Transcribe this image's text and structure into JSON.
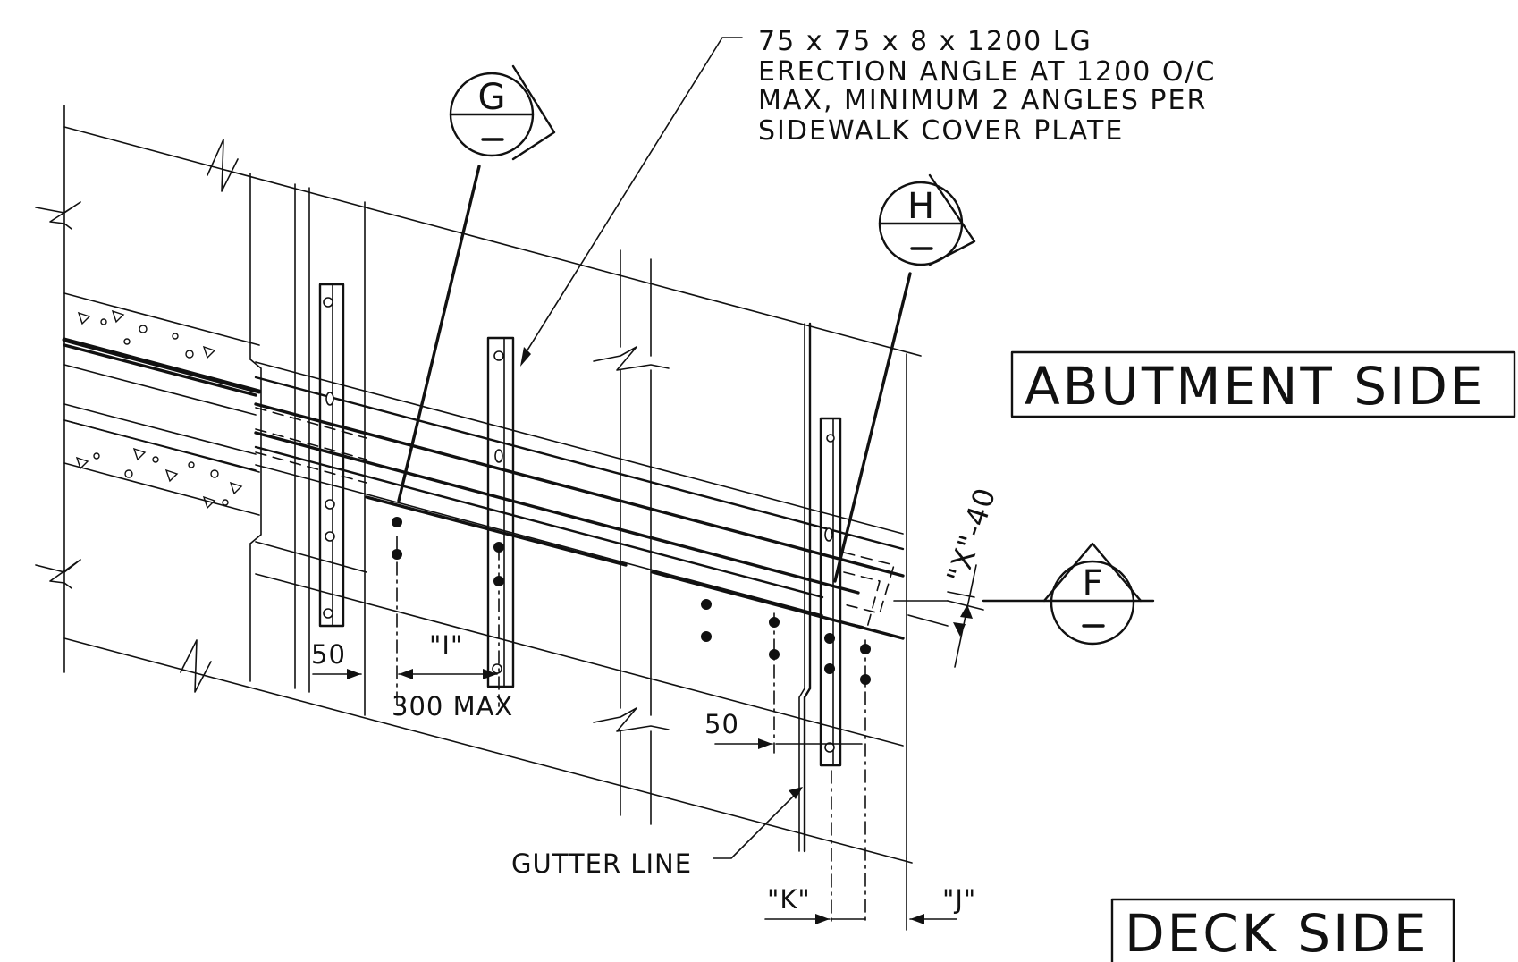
{
  "note": {
    "lines": [
      "75 x 75 x 8 x 1200 LG",
      "ERECTION ANGLE AT 1200 O/C",
      "MAX, MINIMUM 2 ANGLES PER",
      "SIDEWALK COVER PLATE"
    ]
  },
  "labels": {
    "abutment_side": "ABUTMENT SIDE",
    "deck_side": "DECK SIDE",
    "gutter_line": "GUTTER LINE"
  },
  "dimensions": {
    "left_50": "50",
    "dim_i": "\"I\"",
    "max_300": "300 MAX",
    "right_50": "50",
    "dim_k": "\"K\"",
    "dim_j": "\"J\"",
    "dim_x": "\"X\"-40"
  },
  "section_tags": {
    "g": "G",
    "h": "H",
    "f": "F",
    "sub": "–"
  },
  "colors": {
    "ink": "#111111",
    "paper": "#ffffff"
  }
}
